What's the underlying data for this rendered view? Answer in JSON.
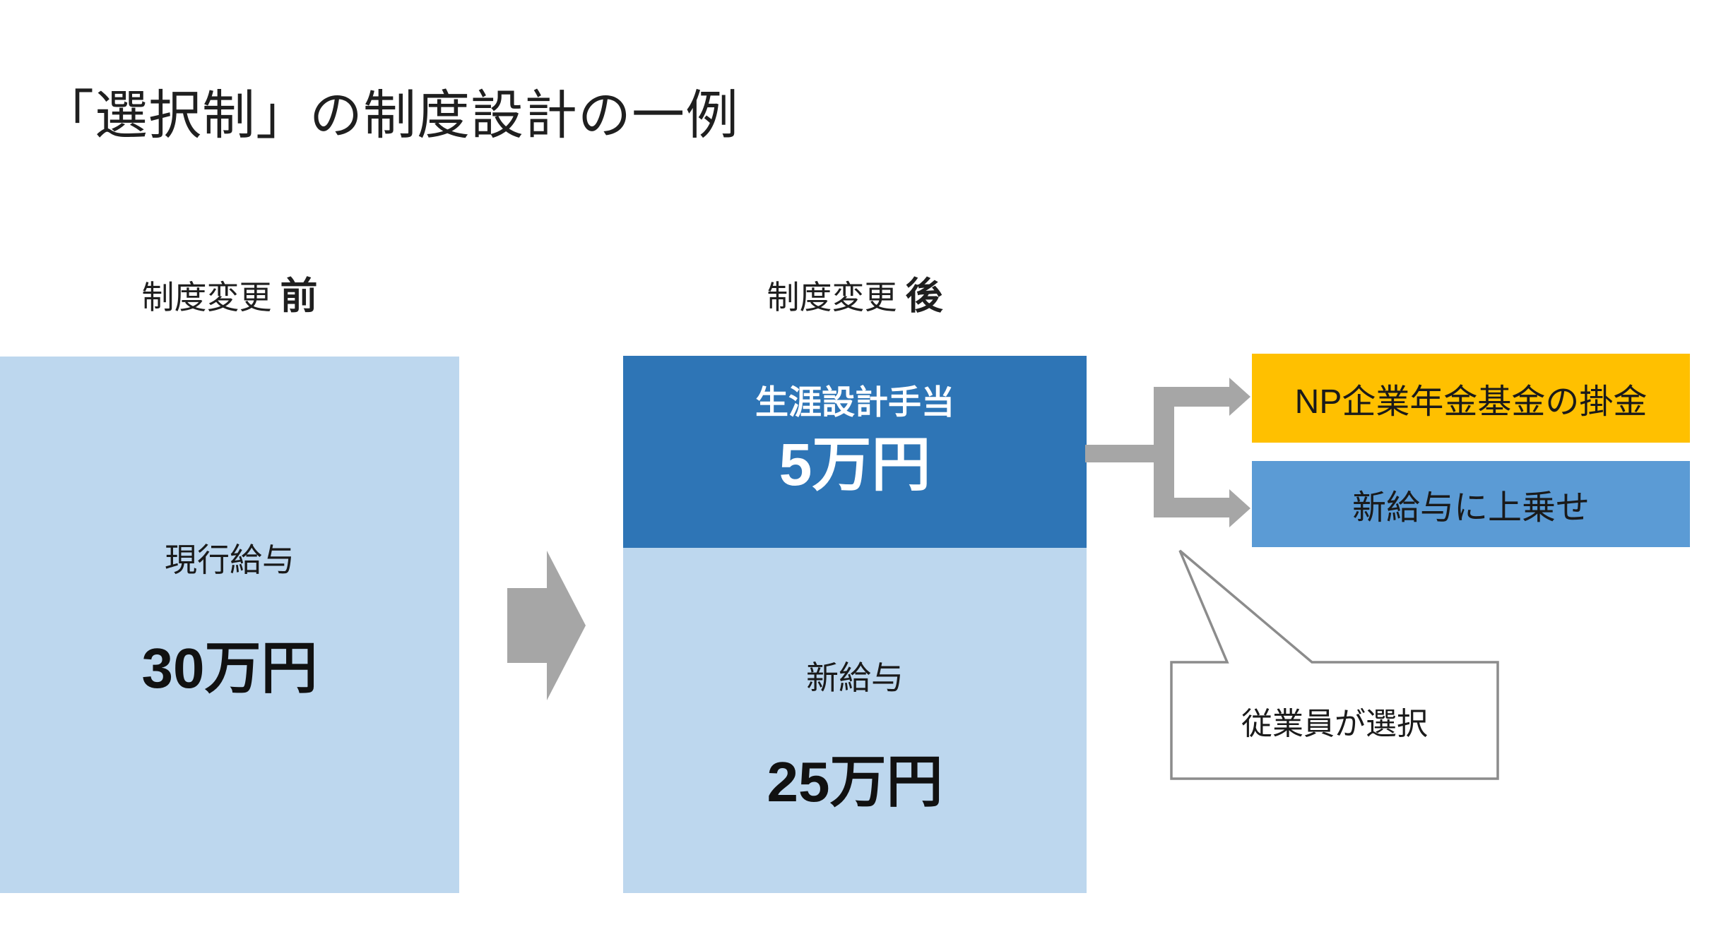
{
  "title": "「選択制」の制度設計の一例",
  "before": {
    "header_prefix": "制度変更",
    "header_emphasis": "前",
    "box": {
      "label": "現行給与",
      "amount": "30万円"
    }
  },
  "after": {
    "header_prefix": "制度変更",
    "header_emphasis": "後",
    "allowance_box": {
      "label": "生涯設計手当",
      "amount": "5万円"
    },
    "salary_box": {
      "label": "新給与",
      "amount": "25万円"
    }
  },
  "options": {
    "pension": {
      "label": "NP企業年金基金の掛金",
      "color": "#FFC000"
    },
    "salary_topup": {
      "label": "新給与に上乗せ",
      "color": "#5B9BD5"
    }
  },
  "callout": {
    "label": "従業員が選択"
  },
  "colors": {
    "box_light_blue": "#BDD7EE",
    "box_dark_blue": "#2E75B6",
    "option_blue": "#5B9BD5",
    "option_orange": "#FFC000",
    "arrow_gray": "#A6A6A6",
    "callout_border_gray": "#8C8C8C",
    "text_dark": "#1F1F1F",
    "text_white": "#FFFFFF"
  }
}
